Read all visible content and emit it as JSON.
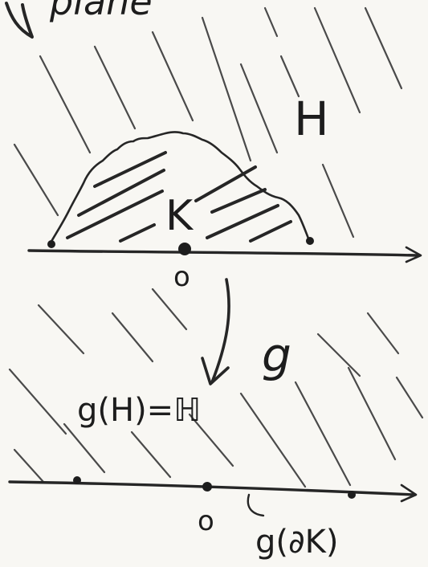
{
  "labels": {
    "title_fragment": "plane",
    "H": "H",
    "K": "K",
    "origin_top": "o",
    "map": "g",
    "image_label": "g(H)=ℍ",
    "origin_bottom": "o",
    "boundary_image": "g(∂K)"
  },
  "colors": {
    "ink": "#262626",
    "paper": "#f8f7f3"
  }
}
